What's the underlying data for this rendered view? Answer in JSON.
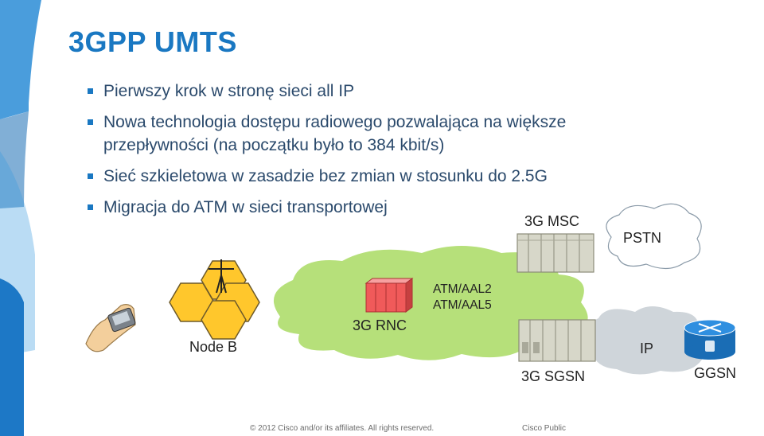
{
  "slide": {
    "title": "3GPP UMTS",
    "bullets": [
      {
        "line1": "Pierwszy krok w  stronę sieci all IP"
      },
      {
        "line1": "Nowa technologia dostępu radiowego pozwalająca na większe",
        "line2": "przepływności (na początku było to 384 kbit/s)"
      },
      {
        "line1": "Sieć szkieletowa w zasadzie bez zmian w stosunku do 2.5G"
      },
      {
        "line1": "Migracja do ATM w sieci transportowej"
      }
    ]
  },
  "diagram": {
    "msc": "3G MSC",
    "pstn": "PSTN",
    "rnc": "3G RNC",
    "atm1": "ATM/AAL2",
    "atm2": "ATM/AAL5",
    "nodeb": "Node B",
    "ip": "IP",
    "sgsn": "3G SGSN",
    "ggsn": "GGSN"
  },
  "footer": {
    "copyright": "© 2012 Cisco and/or its affiliates. All rights reserved.",
    "classification": "Cisco Public"
  },
  "colors": {
    "title": "#1a78c2",
    "bullet_text": "#2b4a6c",
    "green_cloud": "#b6e07a",
    "grey_cloud": "#cfd5da",
    "hexagon": "#ffc72c",
    "rnc": "#f05a5a",
    "switch": "#d7d7c9",
    "router": "#1f7fcf"
  }
}
